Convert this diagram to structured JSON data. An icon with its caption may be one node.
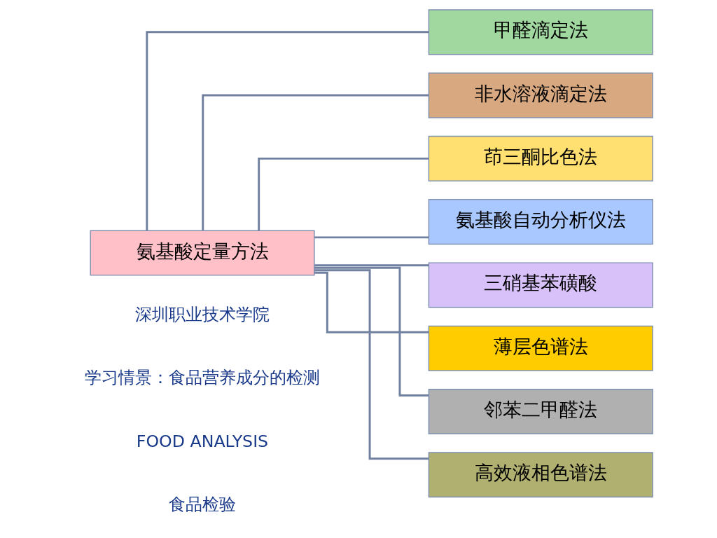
{
  "diagram": {
    "nodes": [
      {
        "text": [
          "氨基酸定量方法"
        ]
      },
      {
        "text": [
          "甲醛滴定法"
        ]
      },
      {
        "text": [
          "非水溶液滴定法"
        ]
      },
      {
        "text": [
          "茚三酮比色法"
        ]
      },
      {
        "text": [
          "氨基酸自动分析仪法"
        ]
      },
      {
        "text": [
          "三硝基苯磺酸"
        ]
      },
      {
        "text": [
          "薄层色谱法"
        ]
      },
      {
        "text": [
          "邻苯二甲醛法"
        ]
      },
      {
        "text": [
          "高效液相色谱法"
        ]
      }
    ],
    "edges": [
      {
        "from": 0,
        "to": 1,
        "arrow": "none"
      },
      {
        "from": 0,
        "to": 2,
        "arrow": "none"
      },
      {
        "from": 0,
        "to": 3,
        "arrow": "none"
      },
      {
        "from": 0,
        "to": 4,
        "arrow": "none"
      },
      {
        "from": 0,
        "to": 5,
        "arrow": "none"
      },
      {
        "from": 0,
        "to": 6,
        "arrow": "none"
      },
      {
        "from": 0,
        "to": 7,
        "arrow": "none"
      },
      {
        "from": 0,
        "to": 8,
        "arrow": "none"
      }
    ],
    "labels": [
      "食品检验",
      "FOOD ANALYSIS",
      "学习情景：食品营养成分的检测",
      "深圳职业技术学院"
    ]
  }
}
